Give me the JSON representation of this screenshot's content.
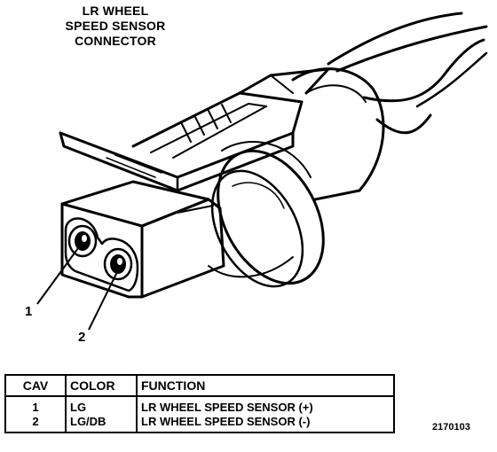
{
  "title": {
    "line1": "LR WHEEL",
    "line2": "SPEED SENSOR",
    "line3": "CONNECTOR"
  },
  "callouts": [
    "1",
    "2"
  ],
  "table": {
    "headers": [
      "CAV",
      "COLOR",
      "FUNCTION"
    ],
    "rows": [
      {
        "cav": "1",
        "color": "LG",
        "function": "LR WHEEL SPEED SENSOR (+)"
      },
      {
        "cav": "2",
        "color": "LG/DB",
        "function": "LR WHEEL SPEED SENSOR (-)"
      }
    ]
  },
  "figure_id": "2170103"
}
